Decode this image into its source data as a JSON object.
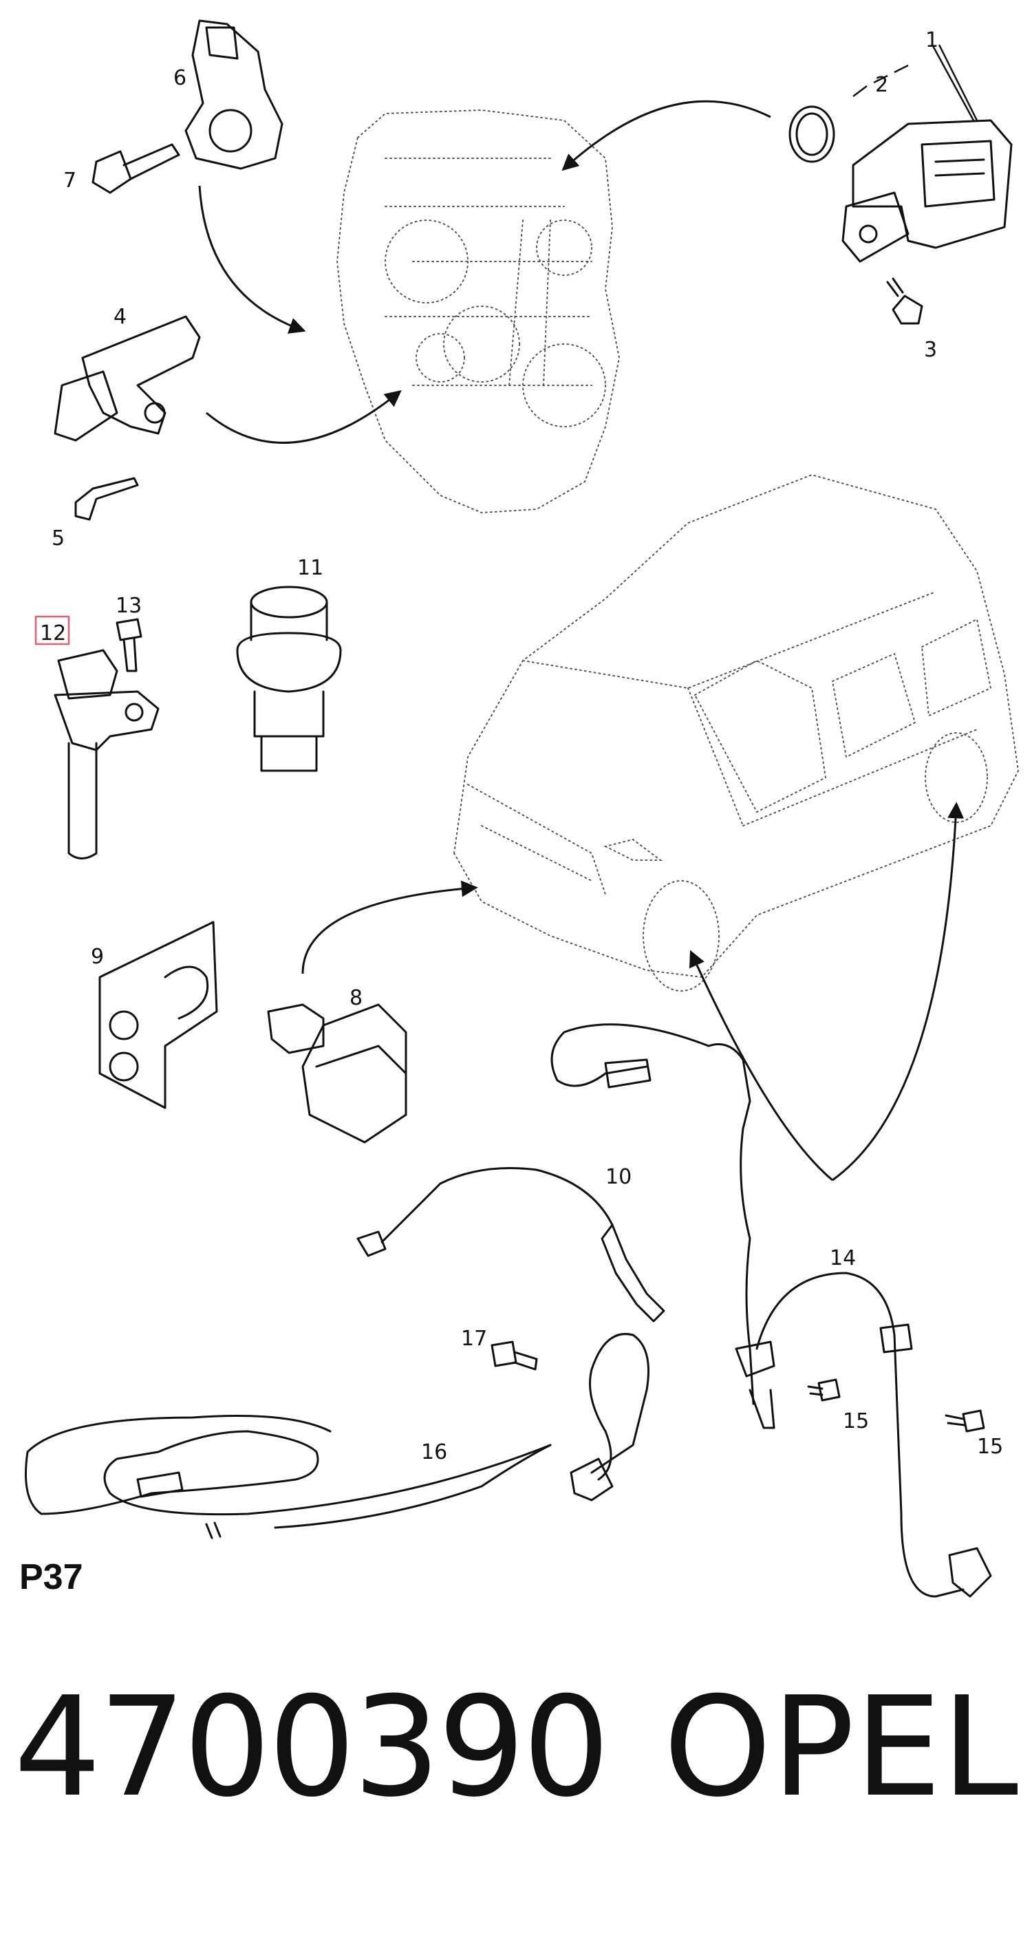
{
  "diagram": {
    "page_code": "P37",
    "highlight_color": "#e06070",
    "highlighted_callout": "12",
    "callouts": [
      {
        "id": "1",
        "label": "1"
      },
      {
        "id": "2",
        "label": "2"
      },
      {
        "id": "3",
        "label": "3"
      },
      {
        "id": "4",
        "label": "4"
      },
      {
        "id": "5",
        "label": "5"
      },
      {
        "id": "6",
        "label": "6"
      },
      {
        "id": "7",
        "label": "7"
      },
      {
        "id": "8",
        "label": "8"
      },
      {
        "id": "9",
        "label": "9"
      },
      {
        "id": "10",
        "label": "10"
      },
      {
        "id": "11",
        "label": "11"
      },
      {
        "id": "12",
        "label": "12"
      },
      {
        "id": "13",
        "label": "13"
      },
      {
        "id": "14",
        "label": "14"
      },
      {
        "id": "15a",
        "label": "15"
      },
      {
        "id": "15b",
        "label": "15"
      },
      {
        "id": "16",
        "label": "16"
      },
      {
        "id": "17",
        "label": "17"
      }
    ]
  },
  "footer": {
    "part_number": "4700390",
    "brand": "OPEL"
  }
}
